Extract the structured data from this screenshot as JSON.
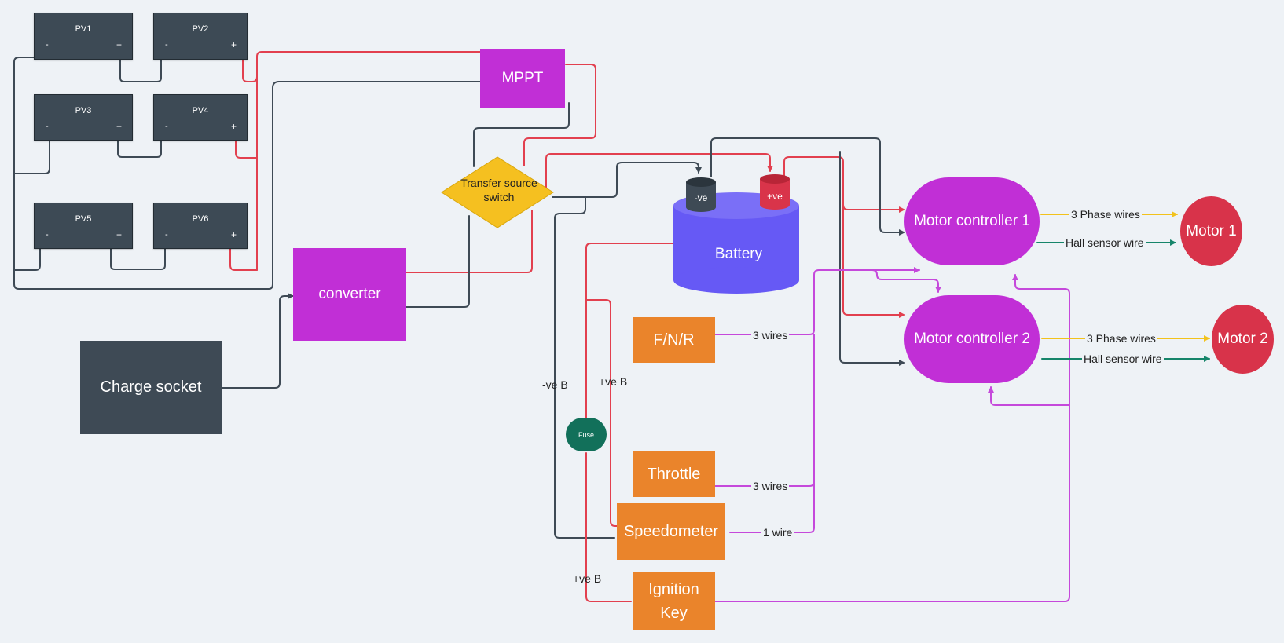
{
  "colors": {
    "background": "#eef2f6",
    "red_wire": "#e2404f",
    "grey_wire": "#3e4a55",
    "purple_wire": "#c549db",
    "phase_wire": "#f2c21b",
    "hall_wire": "#16856a",
    "controller": "#c12fd6",
    "battery": "#6659f5",
    "switch": "#f5c020",
    "input_device": "#ea842b",
    "motor": "#d8334a",
    "fuse": "#12705a",
    "panel": "#3d4a55"
  },
  "pv_panels": [
    {
      "label": "PV1",
      "minus": "-",
      "plus": "+"
    },
    {
      "label": "PV2",
      "minus": "-",
      "plus": "+"
    },
    {
      "label": "PV3",
      "minus": "-",
      "plus": "+"
    },
    {
      "label": "PV4",
      "minus": "-",
      "plus": "+"
    },
    {
      "label": "PV5",
      "minus": "-",
      "plus": "+"
    },
    {
      "label": "PV6",
      "minus": "-",
      "plus": "+"
    }
  ],
  "mppt": {
    "label": "MPPT"
  },
  "converter": {
    "label": "converter"
  },
  "charge_socket": {
    "label": "Charge socket"
  },
  "switch": {
    "line1": "Transfer source",
    "line2": "switch"
  },
  "battery": {
    "label": "Battery",
    "neg_label": "-ve",
    "pos_label": "+ve"
  },
  "controllers": [
    {
      "label": "Motor controller 1"
    },
    {
      "label": "Motor controller 2"
    }
  ],
  "motors": [
    {
      "label": "Motor 1"
    },
    {
      "label": "Motor 2"
    }
  ],
  "inputs": {
    "fnr": "F/N/R",
    "throttle": "Throttle",
    "speedometer": "Speedometer",
    "ignition_line1": "Ignition",
    "ignition_line2": "Key"
  },
  "fuse": {
    "label": "Fuse"
  },
  "edge_labels": {
    "fnr_wires": "3 wires",
    "throttle_wires": "3 wires",
    "speedometer_wire": "1 wire",
    "neg_b": "-ve B",
    "pos_b": "+ve B",
    "pos_b_ignition": "+ve B",
    "phase_1": "3 Phase wires",
    "hall_1": "Hall sensor wire",
    "phase_2": "3 Phase wires",
    "hall_2": "Hall sensor wire"
  }
}
